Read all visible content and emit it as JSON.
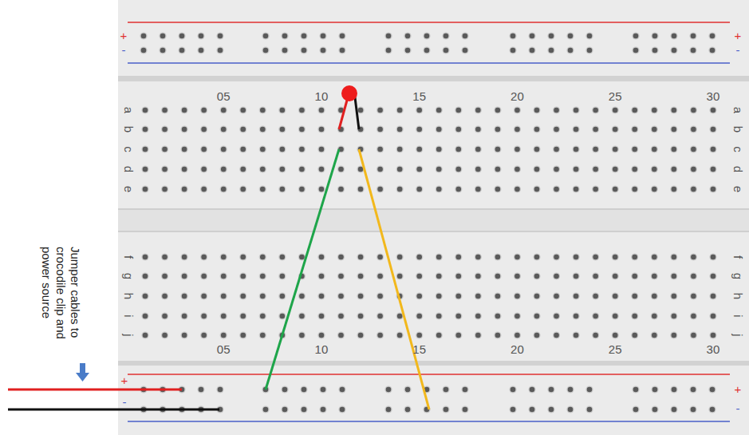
{
  "diagram": {
    "labels": [
      "+",
      "+",
      "-",
      "-",
      "05",
      "10",
      "15",
      "20",
      "25",
      "30",
      "a",
      "b",
      "c",
      "d",
      "e",
      "a",
      "b",
      "c",
      "d",
      "e",
      "f",
      "g",
      "h",
      "i",
      "j",
      "f",
      "g",
      "h",
      "i",
      "j",
      "05",
      "10",
      "15",
      "20",
      "25",
      "30",
      "+",
      "+",
      "-",
      "-",
      "Jumper cables to crocodile clip and power source"
    ]
  }
}
